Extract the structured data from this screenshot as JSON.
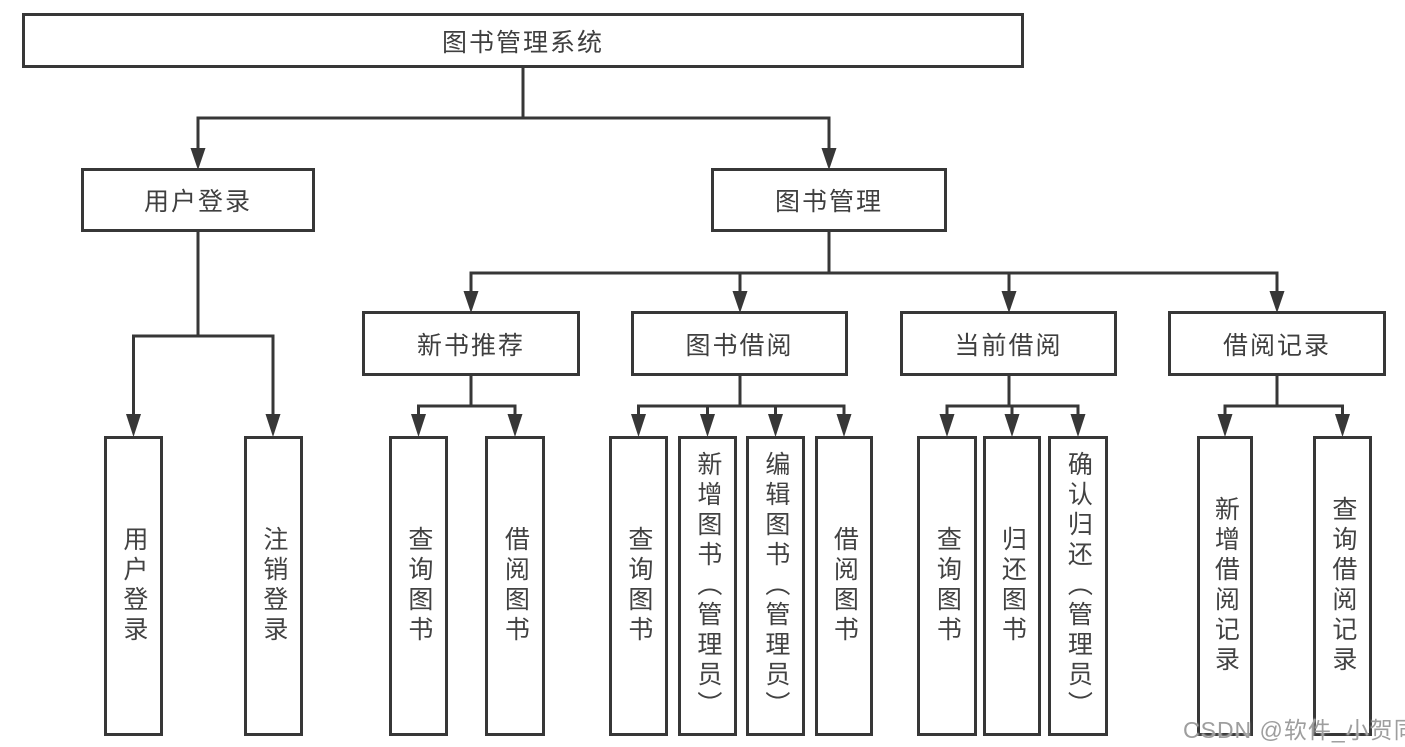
{
  "diagram": {
    "type": "hierarchy-tree",
    "title": "图书管理系统",
    "colors": {
      "line": "#373737",
      "node_border": "#373737",
      "node_text": "#3f3f3f",
      "background": "#ffffff",
      "watermark_text_color": "#9e9e9e"
    },
    "tree": {
      "root": {
        "label": "图书管理系统",
        "children": [
          {
            "label": "用户登录",
            "children": [
              {
                "label": "用户登录"
              },
              {
                "label": "注销登录"
              }
            ]
          },
          {
            "label": "图书管理",
            "children": [
              {
                "label": "新书推荐",
                "children": [
                  {
                    "label": "查询图书"
                  },
                  {
                    "label": "借阅图书"
                  }
                ]
              },
              {
                "label": "图书借阅",
                "children": [
                  {
                    "label": "查询图书"
                  },
                  {
                    "label": "新增图书（管理员）"
                  },
                  {
                    "label": "编辑图书（管理员）"
                  },
                  {
                    "label": "借阅图书"
                  }
                ]
              },
              {
                "label": "当前借阅",
                "children": [
                  {
                    "label": "查询图书"
                  },
                  {
                    "label": "归还图书"
                  },
                  {
                    "label": "确认归还（管理员）"
                  }
                ]
              },
              {
                "label": "借阅记录",
                "children": [
                  {
                    "label": "新增借阅记录"
                  },
                  {
                    "label": "查询借阅记录"
                  }
                ]
              }
            ]
          }
        ]
      }
    },
    "watermark": {
      "text": "CSDN @软件_小贺同学"
    }
  }
}
